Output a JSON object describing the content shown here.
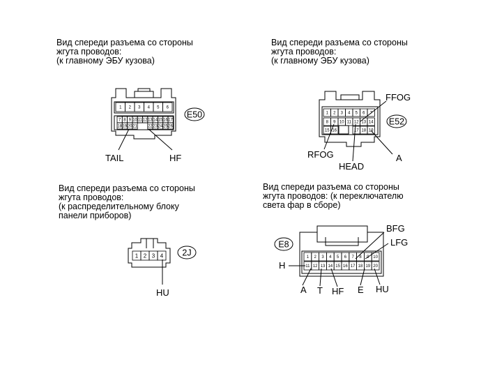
{
  "connectors": [
    {
      "id": "E50",
      "caption": [
        "Вид спереди разъема со стороны",
        "жгута проводов:",
        "(к главному ЭБУ кузова)"
      ],
      "pins_row1": [
        "1",
        "2",
        "3",
        "4",
        "5",
        "6"
      ],
      "pins_row2": [
        "7",
        "8",
        "9",
        "10",
        "11",
        "12",
        "13",
        "14",
        "15",
        "16",
        "17"
      ],
      "pins_row3": [
        "18",
        "19",
        "20",
        "21",
        "",
        "",
        "22",
        "23",
        "24",
        "25",
        "26"
      ],
      "labels": [
        "TAIL",
        "HF"
      ]
    },
    {
      "id": "E52",
      "caption": [
        "Вид спереди разъема со стороны",
        "жгута проводов:",
        "(к главному ЭБУ кузова)"
      ],
      "pins_row1": [
        "1",
        "2",
        "3",
        "4",
        "5",
        "6",
        "7"
      ],
      "pins_row2": [
        "8",
        "9",
        "10",
        "11",
        "12",
        "13",
        "14"
      ],
      "pins_row3": [
        "15",
        "16",
        "",
        "",
        "17",
        "18",
        "19"
      ],
      "labels": [
        "FFOG",
        "RFOG",
        "HEAD",
        "A"
      ]
    },
    {
      "id": "2J",
      "caption": [
        "Вид спереди разъема со стороны",
        "жгута проводов:",
        "(к распределительному блоку",
        "панели приборов)"
      ],
      "pins": [
        "1",
        "2",
        "3",
        "4"
      ],
      "labels": [
        "HU"
      ]
    },
    {
      "id": "E8",
      "caption": [
        "Вид спереди разъема со стороны",
        "жгута проводов: (к переключателю",
        "света фар в сборе)"
      ],
      "pins_row1": [
        "1",
        "2",
        "3",
        "4",
        "5",
        "6",
        "7",
        "8",
        "9",
        "10"
      ],
      "pins_row2": [
        "11",
        "12",
        "13",
        "14",
        "15",
        "16",
        "17",
        "18",
        "19",
        "20"
      ],
      "labels": [
        "BFG",
        "LFG",
        "H",
        "A",
        "T",
        "HF",
        "E",
        "HU"
      ]
    }
  ]
}
